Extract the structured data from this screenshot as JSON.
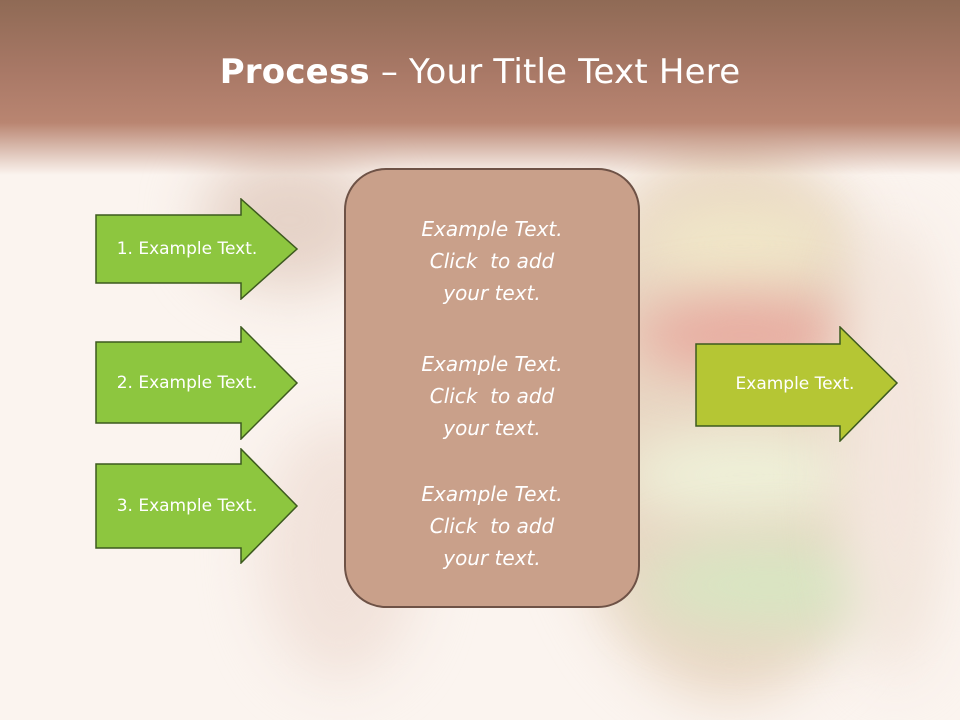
{
  "title": {
    "bold": "Process",
    "rest": " – Your Title Text Here"
  },
  "left_arrows": [
    {
      "label": "1. Example Text."
    },
    {
      "label": "2. Example Text."
    },
    {
      "label": "3. Example Text."
    }
  ],
  "center_box": {
    "paragraphs": [
      {
        "lines": [
          "Example Text.",
          "Click  to add",
          "your text."
        ]
      },
      {
        "lines": [
          "Example Text.",
          "Click  to add",
          "your text."
        ]
      },
      {
        "lines": [
          "Example Text.",
          "Click  to add",
          "your text."
        ]
      }
    ]
  },
  "right_arrow": {
    "label": "Example Text."
  },
  "colors": {
    "left_arrow_fill": "#8dc63f",
    "right_arrow_fill": "#b5c634",
    "arrow_border": "#3d5a1e",
    "center_box_fill": "#c9a08a",
    "header": "#a87866"
  }
}
